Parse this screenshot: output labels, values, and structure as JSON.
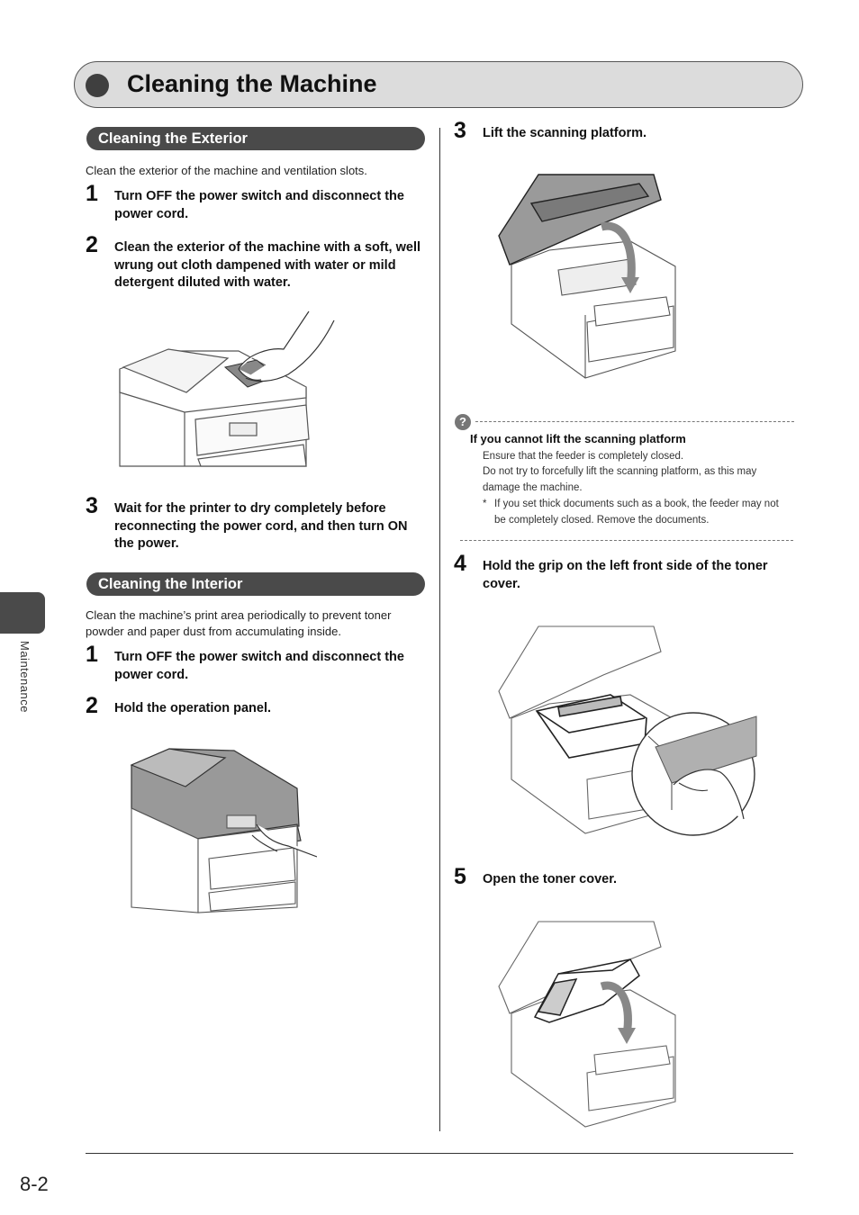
{
  "page": {
    "title": "Cleaning the Machine",
    "page_number": "8-2",
    "side_tab_label": "Maintenance"
  },
  "exterior": {
    "header": "Cleaning the Exterior",
    "intro": "Clean the exterior of the machine and ventilation slots.",
    "steps": [
      {
        "num": "1",
        "text": "Turn OFF the power switch and disconnect the power cord."
      },
      {
        "num": "2",
        "text": "Clean the exterior of the machine with a soft, well wrung out cloth dampened with water or mild detergent diluted with water."
      },
      {
        "num": "3",
        "text": "Wait for the printer to dry completely before reconnecting the power cord, and then turn ON the power."
      }
    ]
  },
  "interior": {
    "header": "Cleaning the Interior",
    "intro": "Clean the machine’s print area periodically to prevent toner powder and paper dust from accumulating inside.",
    "steps": [
      {
        "num": "1",
        "text": "Turn OFF the power switch and disconnect the power cord."
      },
      {
        "num": "2",
        "text": "Hold the operation panel."
      },
      {
        "num": "3",
        "text": "Lift the scanning platform."
      },
      {
        "num": "4",
        "text": "Hold the grip on the left front side of the toner cover."
      },
      {
        "num": "5",
        "text": "Open the toner cover."
      }
    ]
  },
  "note": {
    "icon": "question-icon",
    "icon_glyph": "?",
    "title": "If you cannot lift the scanning platform",
    "line1": "Ensure that the feeder is completely closed.",
    "line2": "Do not try to forcefully lift the scanning platform, as this may damage the machine.",
    "footnote_mark": "*",
    "footnote": "If you set thick documents such as a book, the feeder may not be completely closed. Remove the documents."
  }
}
